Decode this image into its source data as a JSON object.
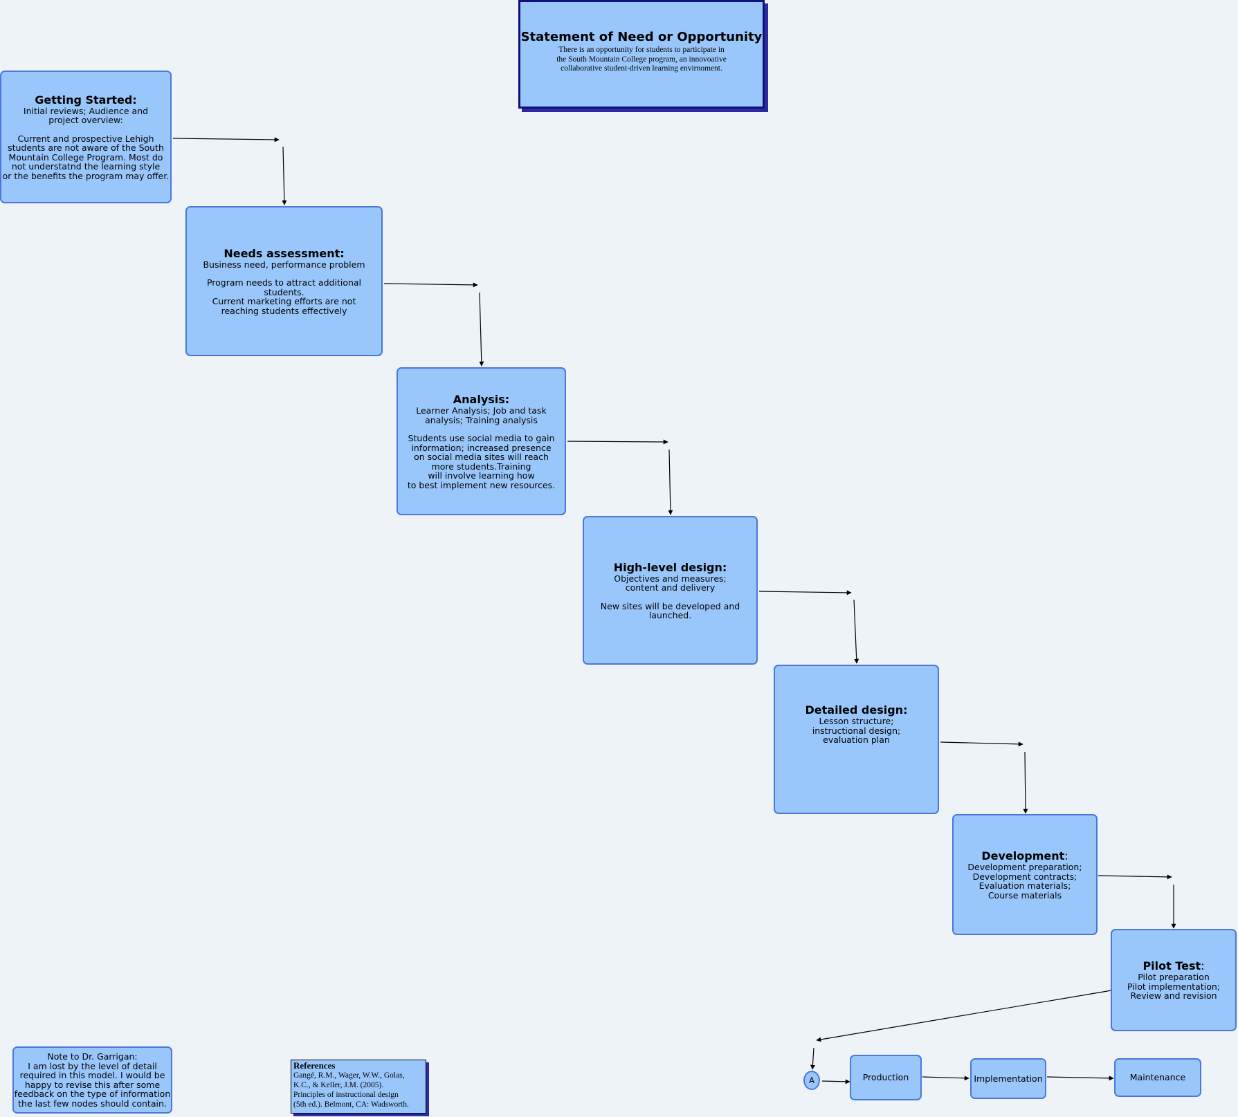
{
  "statement": {
    "title": "Statement of Need or Opportunity",
    "body": "There is an opportunity for students to participate in\nthe South Mountain College program, an innovoative\ncollaborative student-driven learning envirnoment."
  },
  "steps": {
    "getting_started": {
      "title": "Getting Started:",
      "summary": "Initial reviews; Audience and\nproject overview:",
      "detail": "Current and prospective Lehigh\nstudents are not aware of the South\nMountain College Program. Most do\nnot understatnd the learning style\nor the benefits the program may offer."
    },
    "needs_assessment": {
      "title": "Needs assessment:",
      "summary": "Business need, performance problem",
      "detail": "Program needs to attract additional students.\nCurrent marketing efforts are not\nreaching students effectively"
    },
    "analysis": {
      "title": "Analysis:",
      "summary": "Learner Analysis; Job and task\nanalysis; Training analysis",
      "detail": "Students use social media to gain\ninformation; increased presence\non social media sites will reach\nmore students.Training\nwill involve learning how\nto best implement new resources."
    },
    "high_level_design": {
      "title": "High-level design:",
      "summary": "Objectives and measures;\ncontent and delivery",
      "detail": "New sites will be developed and\nlaunched."
    },
    "detailed_design": {
      "title": "Detailed design:",
      "summary": "Lesson structure;\ninstructional design;\nevaluation plan"
    },
    "development": {
      "title": "Development",
      "suffix": ":",
      "summary": "Development preparation;\nDevelopment contracts;\nEvaluation materials;\nCourse materials"
    },
    "pilot_test": {
      "title": "Pilot Test",
      "suffix": ":",
      "summary": "Pilot preparation\nPilot implementation;\nReview and revision"
    }
  },
  "connector_label": "A",
  "final_steps": {
    "production": "Production",
    "implementation": "Implementation",
    "maintenance": "Maintenance"
  },
  "note": "Note to Dr. Garrigan:\nI am lost by the level of detail\nrequired in this model. I would be\nhappy to revise this after some\nfeedback on the type of information\nthe last few nodes should contain.",
  "references": {
    "title": "References",
    "body": "Gangé, R.M., Wager, W.W., Golas,\n    K.C., & Keller, J.M. (2005).\n    Principles of instructional design\n    (5th ed.). Belmont, CA: Wadsworth."
  },
  "colors": {
    "box_fill": "#99c7fb",
    "box_border": "#4a78d8",
    "statement_border": "#10107a",
    "background": "#edf3f6"
  }
}
